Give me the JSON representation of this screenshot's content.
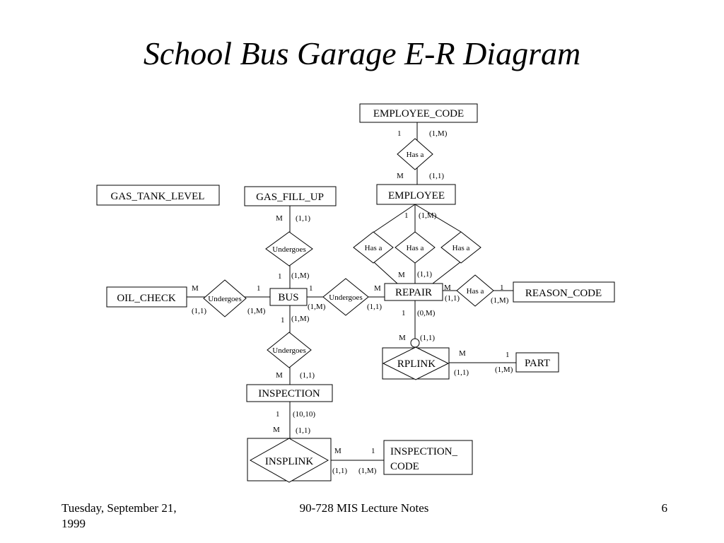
{
  "slide": {
    "title": "School Bus Garage E-R Diagram",
    "footer_left": "Tuesday, September 21,\n1999",
    "footer_center": "90-728 MIS Lecture Notes",
    "footer_right": "6"
  },
  "diagram": {
    "entities": {
      "employee_code": "EMPLOYEE_CODE",
      "employee": "EMPLOYEE",
      "gas_tank_level": "GAS_TANK_LEVEL",
      "gas_fill_up": "GAS_FILL_UP",
      "oil_check": "OIL_CHECK",
      "bus": "BUS",
      "repair": "REPAIR",
      "reason_code": "REASON_CODE",
      "part": "PART",
      "inspection": "INSPECTION",
      "inspection_code_line1": "INSPECTION_",
      "inspection_code_line2": "CODE"
    },
    "associative_entities": {
      "rplink": "RPLINK",
      "insplink": "INSPLINK"
    },
    "relationships": {
      "has_a": "Has a",
      "undergoes": "Undergoes"
    },
    "cardinalities": {
      "empcode_employee": [
        "1",
        "(1,M)",
        "M",
        "(1,1)"
      ],
      "employee_repair": [
        "1",
        "(1,M)",
        "M",
        "(1,1)"
      ],
      "gasfill_bus": [
        "M",
        "(1,1)",
        "1",
        "(1,M)"
      ],
      "oil_bus": [
        "M",
        "1",
        "(1,1)",
        "(1,M)"
      ],
      "bus_repair": [
        "1",
        "M",
        "(1,M)",
        "(1,1)"
      ],
      "repair_reason": [
        "M",
        "1",
        "(1,1)",
        "(1,M)"
      ],
      "repair_rplink": [
        "1",
        "(0,M)",
        "M",
        "(1,1)"
      ],
      "rplink_part": [
        "M",
        "1",
        "(1,1)",
        "(1,M)"
      ],
      "bus_inspection": [
        "1",
        "(1,M)",
        "M",
        "(1,1)"
      ],
      "inspection_insplink": [
        "1",
        "(10,10)",
        "M",
        "(1,1)"
      ],
      "insplink_code": [
        "M",
        "1",
        "(1,1)",
        "(1,M)"
      ]
    }
  }
}
